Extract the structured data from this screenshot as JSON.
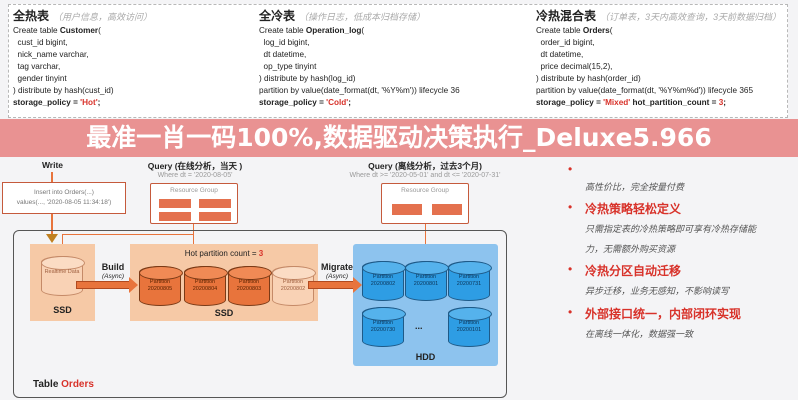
{
  "tables": [
    {
      "title": "全热表",
      "note": "（用户信息，高效访问）",
      "create": "Create table ",
      "name": "Customer",
      "open": "(",
      "lines": [
        "  cust_id bigint,",
        "  nick_name varchar,",
        "  tag varchar,",
        "  gender tinyint",
        ") distribute by hash(cust_id)"
      ],
      "policy_key": "storage_policy = ",
      "policy_val": "'Hot'",
      "policy_end": ";"
    },
    {
      "title": "全冷表",
      "note": "（操作日志，低成本归档存储）",
      "create": "Create table ",
      "name": "Operation_log",
      "open": "(",
      "lines": [
        "  log_id bigint,",
        "  dt datetime,",
        "  op_type tinyint",
        ") distribute by hash(log_id)",
        "partition by value(date_format(dt, '%Y%m')) lifecycle 36"
      ],
      "policy_key": "storage_policy = ",
      "policy_val": "'Cold'",
      "policy_end": ";"
    },
    {
      "title": "冷热混合表",
      "note": "（订单表，3天内高效查询，3天前数据归档）",
      "create": "Create table ",
      "name": "Orders",
      "open": "(",
      "lines": [
        "  order_id bigint,",
        "  dt datetime,",
        "  price decimal(15,2),",
        ") distribute by hash(order_id)",
        "partition by value(date_format(dt, '%Y%m%d')) lifecycle 365"
      ],
      "policy_key": "storage_policy = ",
      "policy_val": "'Mixed'",
      "policy_extra": " hot_partition_count = ",
      "policy_num": "3",
      "policy_end": ";"
    }
  ],
  "diagram": {
    "write": "Write",
    "insert_line1": "Insert into Orders(...)",
    "insert_line2": "values(..., '2020-08-05 11:34:18')",
    "query1": "Query (在线分析，当天 )",
    "where1": "Where dt = '2020-08-05'",
    "rg1": "Resource Group",
    "query2": "Query (离线分析，过去3个月)",
    "where2": "Where dt >= '2020-05-01' and dt <= '2020-07-31'",
    "rg2": "Resource Group",
    "realtime": "Realtime Data",
    "ssd": "SSD",
    "build": "Build",
    "async": "(Async)",
    "migrate": "Migrate",
    "hot_count_label": "Hot partition count = ",
    "hot_count": "3",
    "hot_partitions": [
      "Partition 20200805",
      "Partition 20200804",
      "Partition 20200803",
      "Partition 20200802"
    ],
    "hdd_partitions": [
      "Partition 20200802",
      "Partition 20200801",
      "Partition 20200731",
      "Partition 20200730",
      "Partition 20200101"
    ],
    "ellipsis": "...",
    "hdd": "HDD",
    "table_label": "Table ",
    "table_name": "Orders"
  },
  "features": [
    {
      "title": "",
      "desc": [
        "高性价比，完全按量付费"
      ]
    },
    {
      "title": "冷热策略轻松定义",
      "desc": [
        "只需指定表的冷热策略即可享有冷热存储能",
        "力，无需额外购买资源"
      ]
    },
    {
      "title": "冷热分区自动迁移",
      "desc": [
        "异步迁移，业务无感知，不影响读写"
      ]
    },
    {
      "title": "外部接口统一，内部闭环实现",
      "desc": [
        "在离线一体化，数据强一致"
      ]
    }
  ],
  "banner": {
    "line1": "最准一肖一码100%,数据驱动决策执行_Deluxe5.96",
    "line2": "6"
  }
}
